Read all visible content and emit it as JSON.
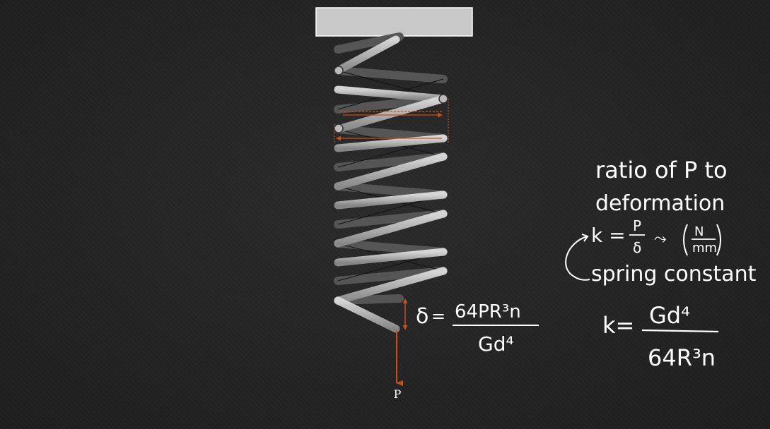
{
  "load_label": "P",
  "deflection_formula": {
    "symbol": "δ",
    "equals": "=",
    "numerator": "64PR³n",
    "denominator": "Gd⁴"
  },
  "notes": {
    "line1": "ratio of  P to",
    "line2": "deformation",
    "k_def_lhs": "k =",
    "k_def_num": "P",
    "k_def_den": "δ",
    "units_arrow": "⤳",
    "units_num": "N",
    "units_den": "mm",
    "spring_constant_label": "spring constant",
    "k_formula_lhs": "k=",
    "k_formula_num": "Gd⁴",
    "k_formula_den": "64R³n"
  },
  "colors": {
    "background": "#262626",
    "accent": "#c4501f",
    "coil_front": "#c9c9c9",
    "coil_back": "#5a5a5a",
    "support": "#c8c8c8",
    "ink": "#ffffff"
  }
}
